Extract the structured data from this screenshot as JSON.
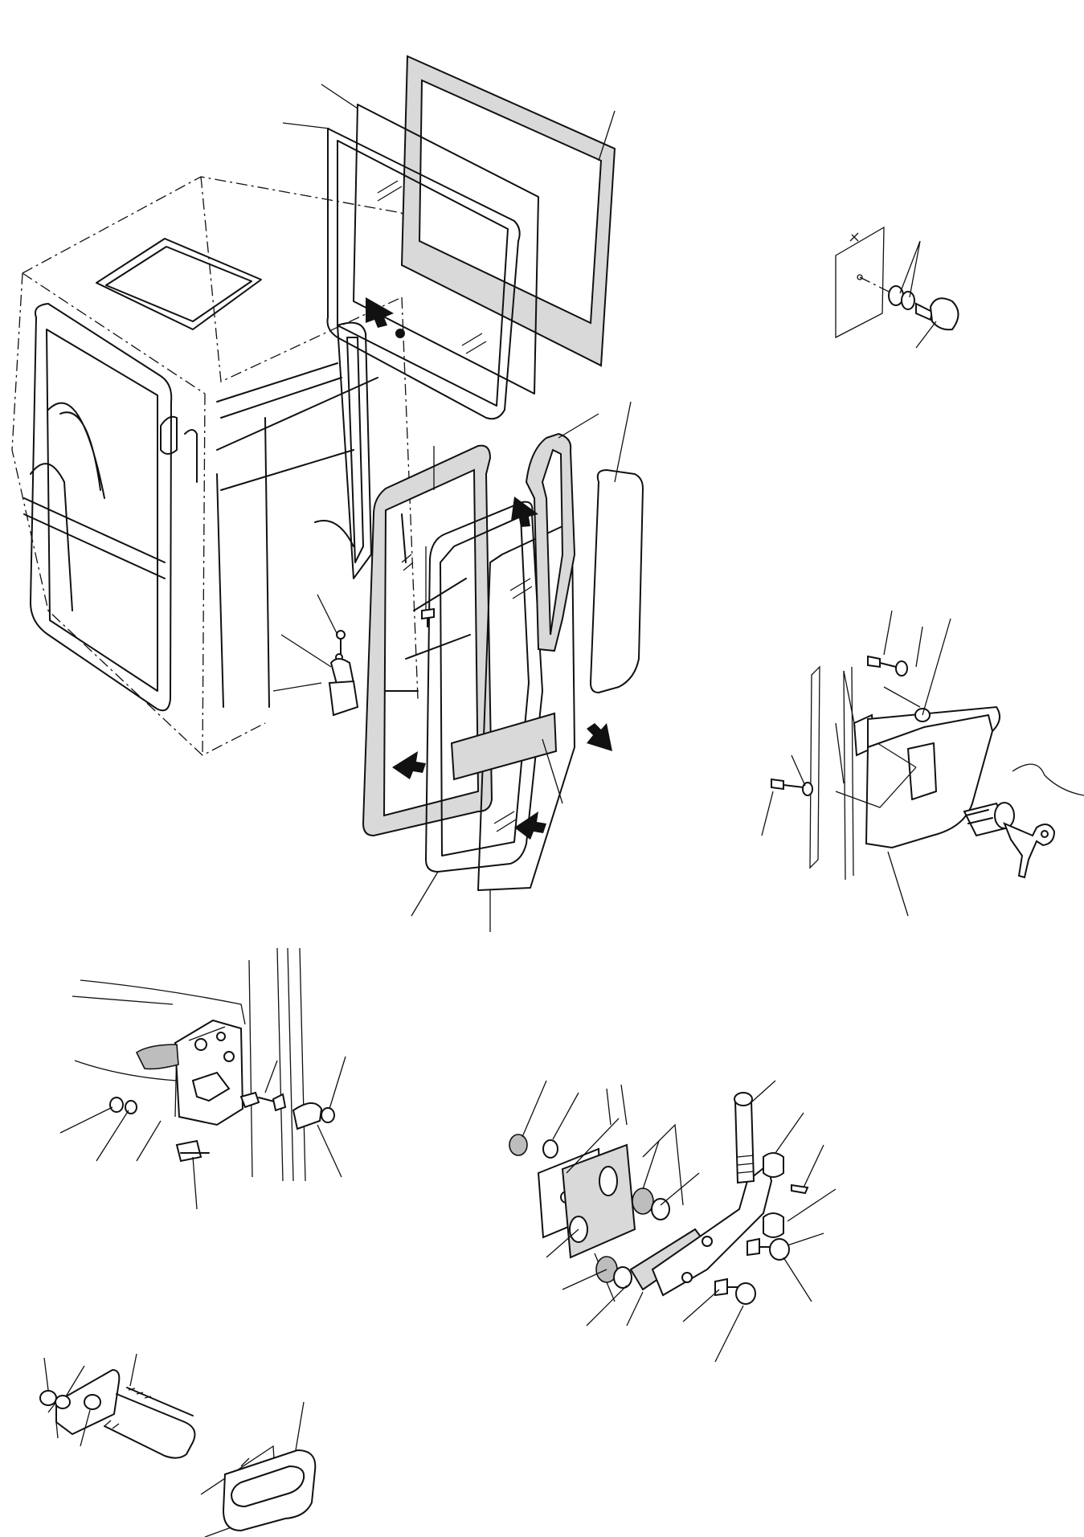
{
  "diagram": {
    "colors": {
      "ink": "#111111",
      "seal_fill": "#d9d9d9",
      "paper": "#ffffff"
    },
    "views": [
      "cab-assembly-exploded-view",
      "door-glass-and-seal-exploded-view",
      "door-stopper-detail",
      "door-handle-lock-detail",
      "door-latch-detail",
      "door-hinge-detail",
      "door-catch-u-bolt-detail"
    ],
    "icons": [
      "arrow-marker-icon",
      "key-icon",
      "bolt-icon",
      "washer-icon",
      "nut-icon"
    ]
  }
}
